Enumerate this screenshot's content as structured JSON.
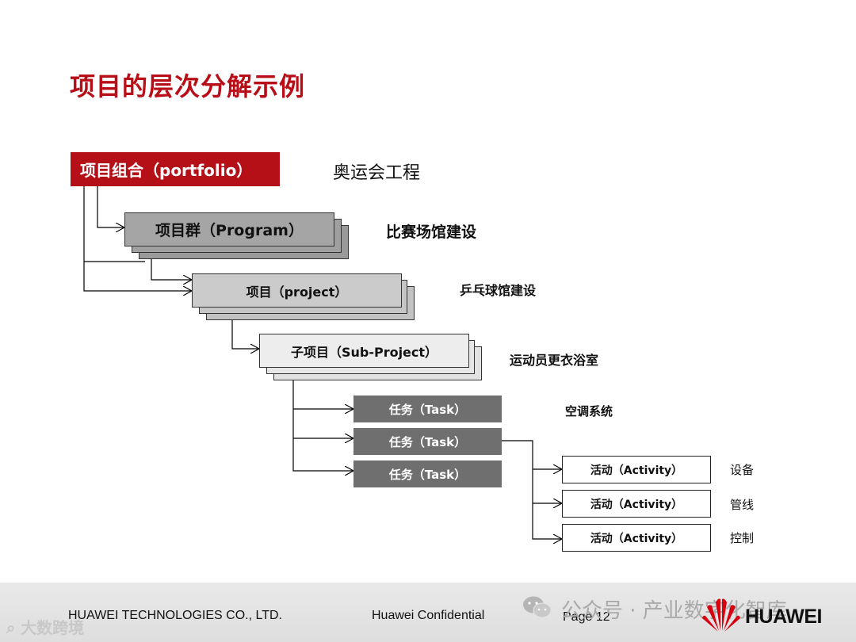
{
  "slide": {
    "title": "项目的层次分解示例"
  },
  "hierarchy": {
    "portfolio": {
      "label": "项目组合（portfolio）",
      "example": "奥运会工程"
    },
    "program": {
      "label": "项目群（Program）",
      "example": "比赛场馆建设"
    },
    "project": {
      "label": "项目（project）",
      "example": "乒乓球馆建设"
    },
    "sub_project": {
      "label": "子项目（Sub-Project）",
      "example": "运动员更衣浴室"
    },
    "tasks": [
      {
        "label": "任务（Task）",
        "example": "空调系统"
      },
      {
        "label": "任务（Task）"
      },
      {
        "label": "任务（Task）"
      }
    ],
    "activities": [
      {
        "label": "活动（Activity）",
        "example": "设备"
      },
      {
        "label": "活动（Activity）",
        "example": "管线"
      },
      {
        "label": "活动（Activity）",
        "example": "控制"
      }
    ]
  },
  "colors": {
    "title": "#b80e18",
    "portfolio_fill": "#b50f18",
    "task_fill": "#6f6f6f"
  },
  "footer": {
    "company": "HUAWEI TECHNOLOGIES CO., LTD.",
    "confidential": "Huawei Confidential",
    "page": "Page 12",
    "brand": "HUAWEI"
  },
  "watermarks": {
    "wechat": "公众号 · 产业数字化智库",
    "corner": "大数跨境"
  }
}
